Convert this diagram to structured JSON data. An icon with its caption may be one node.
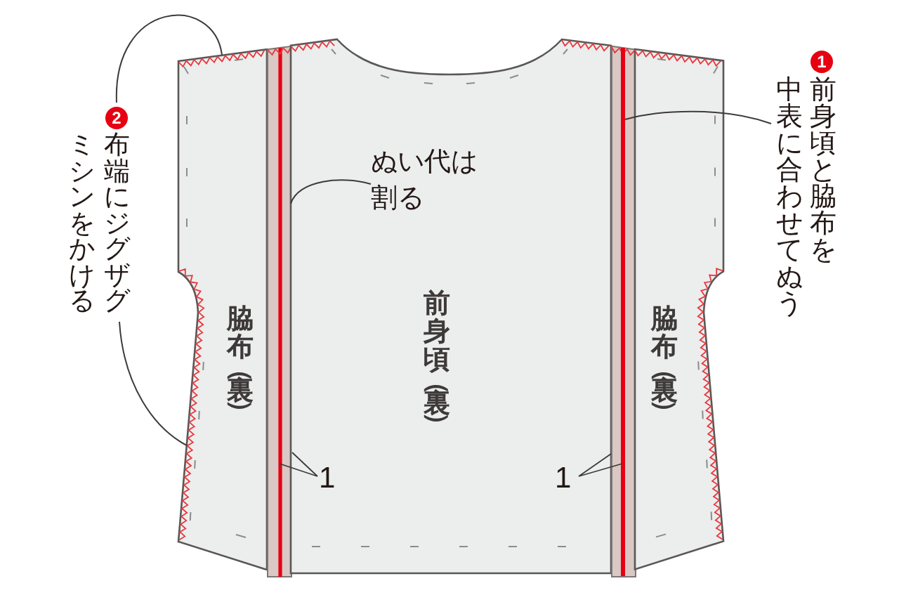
{
  "diagram": {
    "nodes": [
      {
        "text": [
          "2",
          "布端にジグザグミシンをかける"
        ]
      },
      {
        "text": [
          "1",
          "前身頃と脇布を中表に合わせてぬう"
        ]
      },
      {
        "text": [
          "脇布（裏）"
        ]
      },
      {
        "text": [],
        "shape": "bar"
      },
      {
        "text": [
          "前身頃（裏）"
        ]
      },
      {
        "text": [
          "ぬい代は割る"
        ],
        "in": 4
      },
      {
        "text": [],
        "shape": "bar"
      },
      {
        "text": [],
        "shape": "line",
        "in": 6
      },
      {
        "text": [
          "脇布（裏）"
        ]
      }
    ],
    "edges": [
      {
        "from": 0,
        "to": 2,
        "arrow": "none"
      },
      {
        "from": 0,
        "to": 2,
        "arrow": "none"
      },
      {
        "from": 5,
        "to": 3,
        "arrow": "none"
      },
      {
        "from": 1,
        "to": 7,
        "arrow": "none"
      }
    ],
    "labels": [
      "1",
      "1"
    ]
  }
}
